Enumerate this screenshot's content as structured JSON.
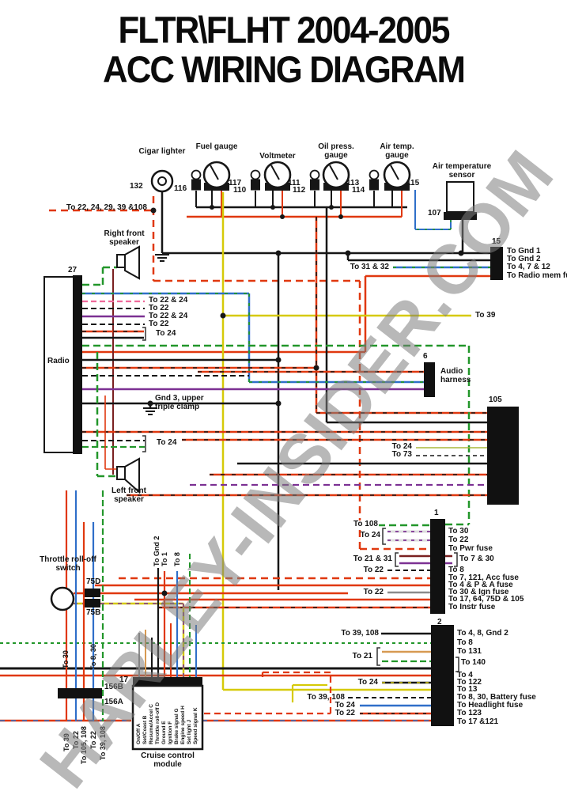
{
  "title": {
    "line1": "FLTR\\FLHT 2004-2005",
    "line2": "ACC WIRING DIAGRAM"
  },
  "watermark": "HARLEY-INSIDER.COM",
  "colors": {
    "wire_red": "#e0380f",
    "wire_blue": "#2f6fc9",
    "wire_green": "#22962a",
    "wire_yellow": "#d6ca08",
    "wire_purple": "#7c3193",
    "watermark_gray": "#8a8a8a"
  },
  "gauges": {
    "cigar": {
      "label": "Cigar lighter",
      "num": "132"
    },
    "fuel": {
      "label": "Fuel gauge",
      "bulb": "116",
      "num": "117"
    },
    "volt": {
      "label": "Voltmeter",
      "bulb": "110",
      "num": "111"
    },
    "oil": {
      "label": "Oil press. gauge",
      "bulb": "112",
      "num": "113"
    },
    "air": {
      "label": "Air temp. gauge",
      "bulb": "114",
      "num": "115"
    },
    "sensor": {
      "label": "Air temperature sensor",
      "num": "107"
    }
  },
  "left": {
    "top_note": "To 22, 24, 29, 39 &108",
    "right_speaker": "Right front speaker",
    "left_speaker": "Left front speaker",
    "radio": {
      "label": "Radio",
      "num": "27",
      "wire_labels": [
        "To 22 & 24",
        "To 22",
        "To 22 & 24",
        "To 22",
        "To 24"
      ],
      "lower_label": "To 24"
    },
    "gnd3": "Gnd 3, upper triple clamp"
  },
  "conn15": {
    "num": "15",
    "left_label": "To 31 & 32",
    "rows": [
      "To Gnd 1",
      "To Gnd 2",
      "To 4, 7 & 12",
      "To Radio mem fuse"
    ]
  },
  "to39": "To 39",
  "audio": {
    "num": "6",
    "label": "Audio harness"
  },
  "conn105": {
    "num": "105",
    "labels": [
      "To 24",
      "To 73"
    ]
  },
  "conn1": {
    "num": "1",
    "left": [
      "To 108",
      "To 24",
      "To 21 & 31",
      "To 22",
      "To 22"
    ],
    "right": [
      "To 30",
      "To 22",
      "To Pwr fuse",
      "To 7 & 30",
      "To 8",
      "To 7, 121, Acc fuse",
      "To 4 & P & A fuse",
      "To 30 & Ign fuse",
      "To 17, 64, 75D & 105",
      "To Instr fuse"
    ]
  },
  "conn2": {
    "num": "2",
    "left": [
      "To 39, 108",
      "To 21",
      "To 24",
      "To 39, 108",
      "To 24",
      "To 22"
    ],
    "right": [
      "To 4, 8, Gnd 2",
      "To 8",
      "To 131",
      "To 140",
      "To 4",
      "To 122",
      "To 13",
      "To 8, 30, Battery fuse",
      "To Headlight fuse",
      "To 123",
      "To 17 &121"
    ]
  },
  "bottom": {
    "throttle": {
      "label": "Throttle roll-off switch",
      "c75d": "75D",
      "c75b": "75B"
    },
    "conn156": {
      "b": "156B",
      "a": "156A"
    },
    "vert_mid": [
      "To Gnd 2",
      "To 1",
      "To 8"
    ],
    "vert_left": [
      "To 30",
      "To 8, 30"
    ],
    "vert_bottom": [
      "To 39",
      "To 22",
      "To 105, 108",
      "To 22",
      "To 39, 108"
    ],
    "cruise": {
      "num": "17",
      "label": "Cruise control module",
      "pins": [
        "On/Off A",
        "Set/Coast B",
        "Resume/Accel C",
        "Throttle roll-off D",
        "Ground E",
        "Ignition F",
        "Brake signal G",
        "Engine speed H",
        "Set light J",
        "Speed signal K"
      ]
    }
  }
}
